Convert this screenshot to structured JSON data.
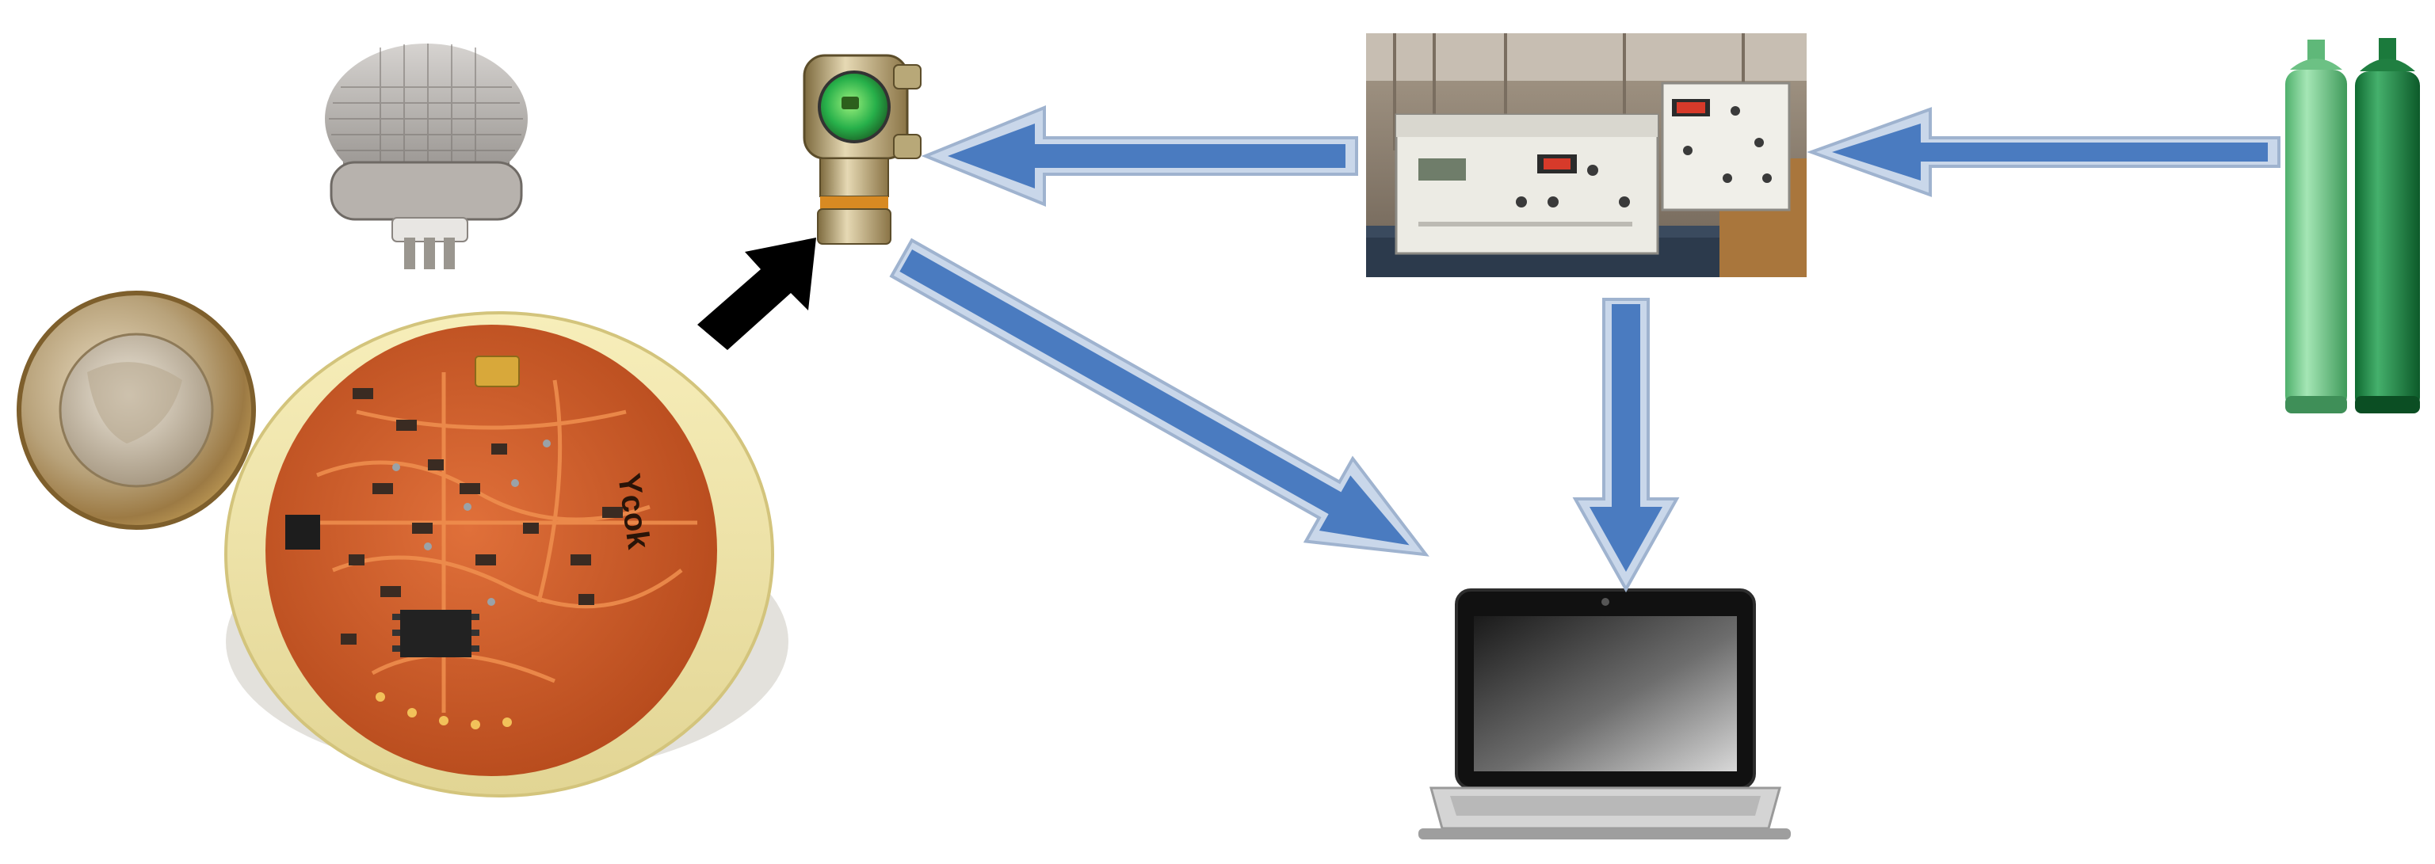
{
  "diagram": {
    "description_free": true,
    "nodes": [
      {
        "id": "gas-cylinders",
        "icon": "gas-cylinders-icon"
      },
      {
        "id": "gas-mixing-station",
        "icon": "lab-equipment-photo"
      },
      {
        "id": "gas-detector",
        "icon": "gas-detector-icon"
      },
      {
        "id": "sensor-board",
        "icon": "sensor-board-photo"
      },
      {
        "id": "laptop",
        "icon": "laptop-icon"
      }
    ],
    "edges": [
      {
        "from": "gas-cylinders",
        "to": "gas-mixing-station",
        "style": "blue-outlined-arrow"
      },
      {
        "from": "gas-mixing-station",
        "to": "gas-detector",
        "style": "blue-outlined-arrow"
      },
      {
        "from": "gas-mixing-station",
        "to": "laptop",
        "style": "blue-outlined-arrow"
      },
      {
        "from": "gas-detector",
        "to": "laptop",
        "style": "blue-outlined-arrow"
      },
      {
        "from": "sensor-board",
        "to": "gas-detector",
        "style": "black-arrow"
      }
    ],
    "pcb_marking": "Ycok"
  },
  "colors": {
    "arrow_blue": "#4a7bc0",
    "arrow_outline": "#c9d7ea",
    "black_arrow": "#000000",
    "cylinder_light": "#72c98a",
    "cylinder_dark": "#1e8a45",
    "pcb_orange": "#d8622a",
    "board_cream": "#f2e7a8"
  }
}
